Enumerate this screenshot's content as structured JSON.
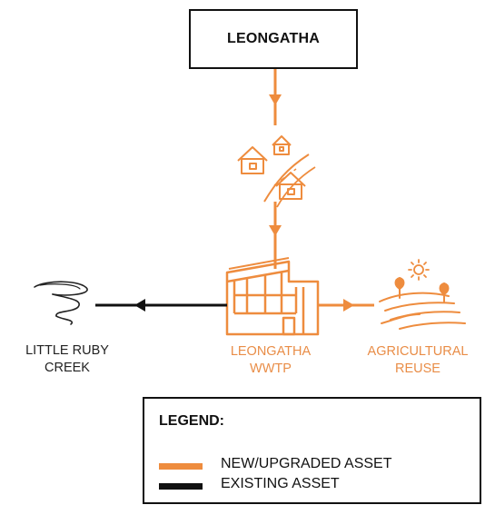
{
  "nodes": {
    "source": "LEONGATHA",
    "creek_line1": "LITTLE RUBY",
    "creek_line2": "CREEK",
    "wwtp_line1": "LEONGATHA",
    "wwtp_line2": "WWTP",
    "agri_line1": "AGRICULTURAL",
    "agri_line2": "REUSE"
  },
  "legend": {
    "title": "LEGEND:",
    "items": [
      {
        "label": "NEW/UPGRADED ASSET",
        "color": "#ee8c3e"
      },
      {
        "label": "EXISTING ASSET",
        "color": "#111111"
      }
    ]
  },
  "colors": {
    "new_asset": "#ee8c3e",
    "existing_asset": "#111111",
    "label_orange": "#e98d47"
  },
  "icons": [
    "houses-road-icon",
    "treatment-plant-icon",
    "farm-field-icon",
    "sun-icon",
    "creek-swirl-icon"
  ]
}
